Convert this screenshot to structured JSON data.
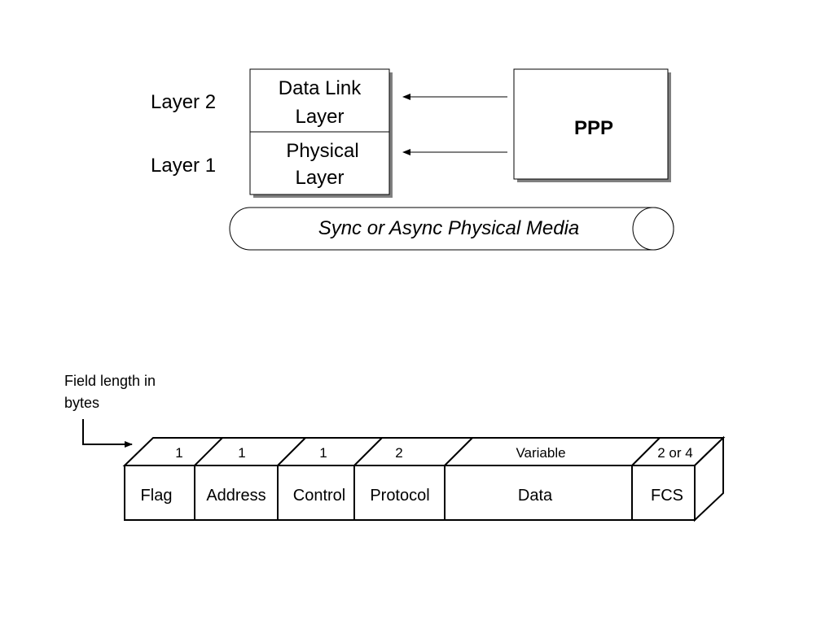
{
  "layers": {
    "layer2_label": "Layer 2",
    "layer1_label": "Layer 1",
    "data_link": [
      "Data Link",
      "Layer"
    ],
    "physical": [
      "Physical",
      "Layer"
    ],
    "ppp_label": "PPP",
    "media_label": "Sync or Async Physical Media"
  },
  "frame": {
    "field_length_caption": [
      "Field length in",
      "bytes"
    ],
    "fields": [
      {
        "name": "Flag",
        "length": "1"
      },
      {
        "name": "Address",
        "length": "1"
      },
      {
        "name": "Control",
        "length": "1"
      },
      {
        "name": "Protocol",
        "length": "2"
      },
      {
        "name": "Data",
        "length": "Variable"
      },
      {
        "name": "FCS",
        "length": "2 or 4"
      }
    ]
  },
  "colors": {
    "line": "#000000",
    "shadow": "#808080",
    "background": "#ffffff"
  }
}
